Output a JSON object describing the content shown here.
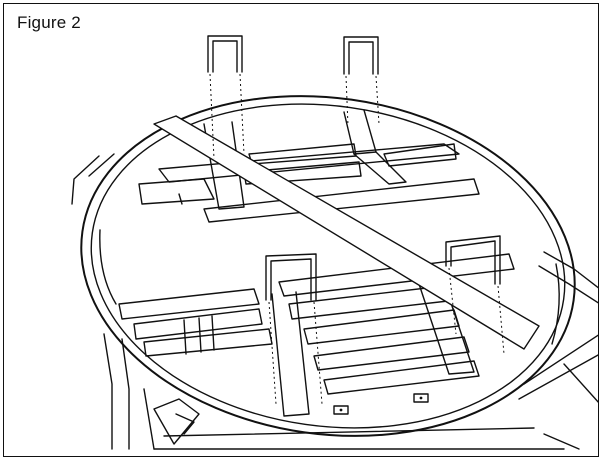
{
  "figure": {
    "label": "Figure 2"
  },
  "parts": {
    "staples": [
      {
        "name": "staple-top-left"
      },
      {
        "name": "staple-top-right"
      },
      {
        "name": "staple-bottom-left"
      },
      {
        "name": "staple-bottom-right"
      }
    ],
    "hoop": "circular-hoop",
    "brace": "diagonal-brace"
  },
  "colors": {
    "ink": "#111111",
    "paper": "#ffffff"
  }
}
